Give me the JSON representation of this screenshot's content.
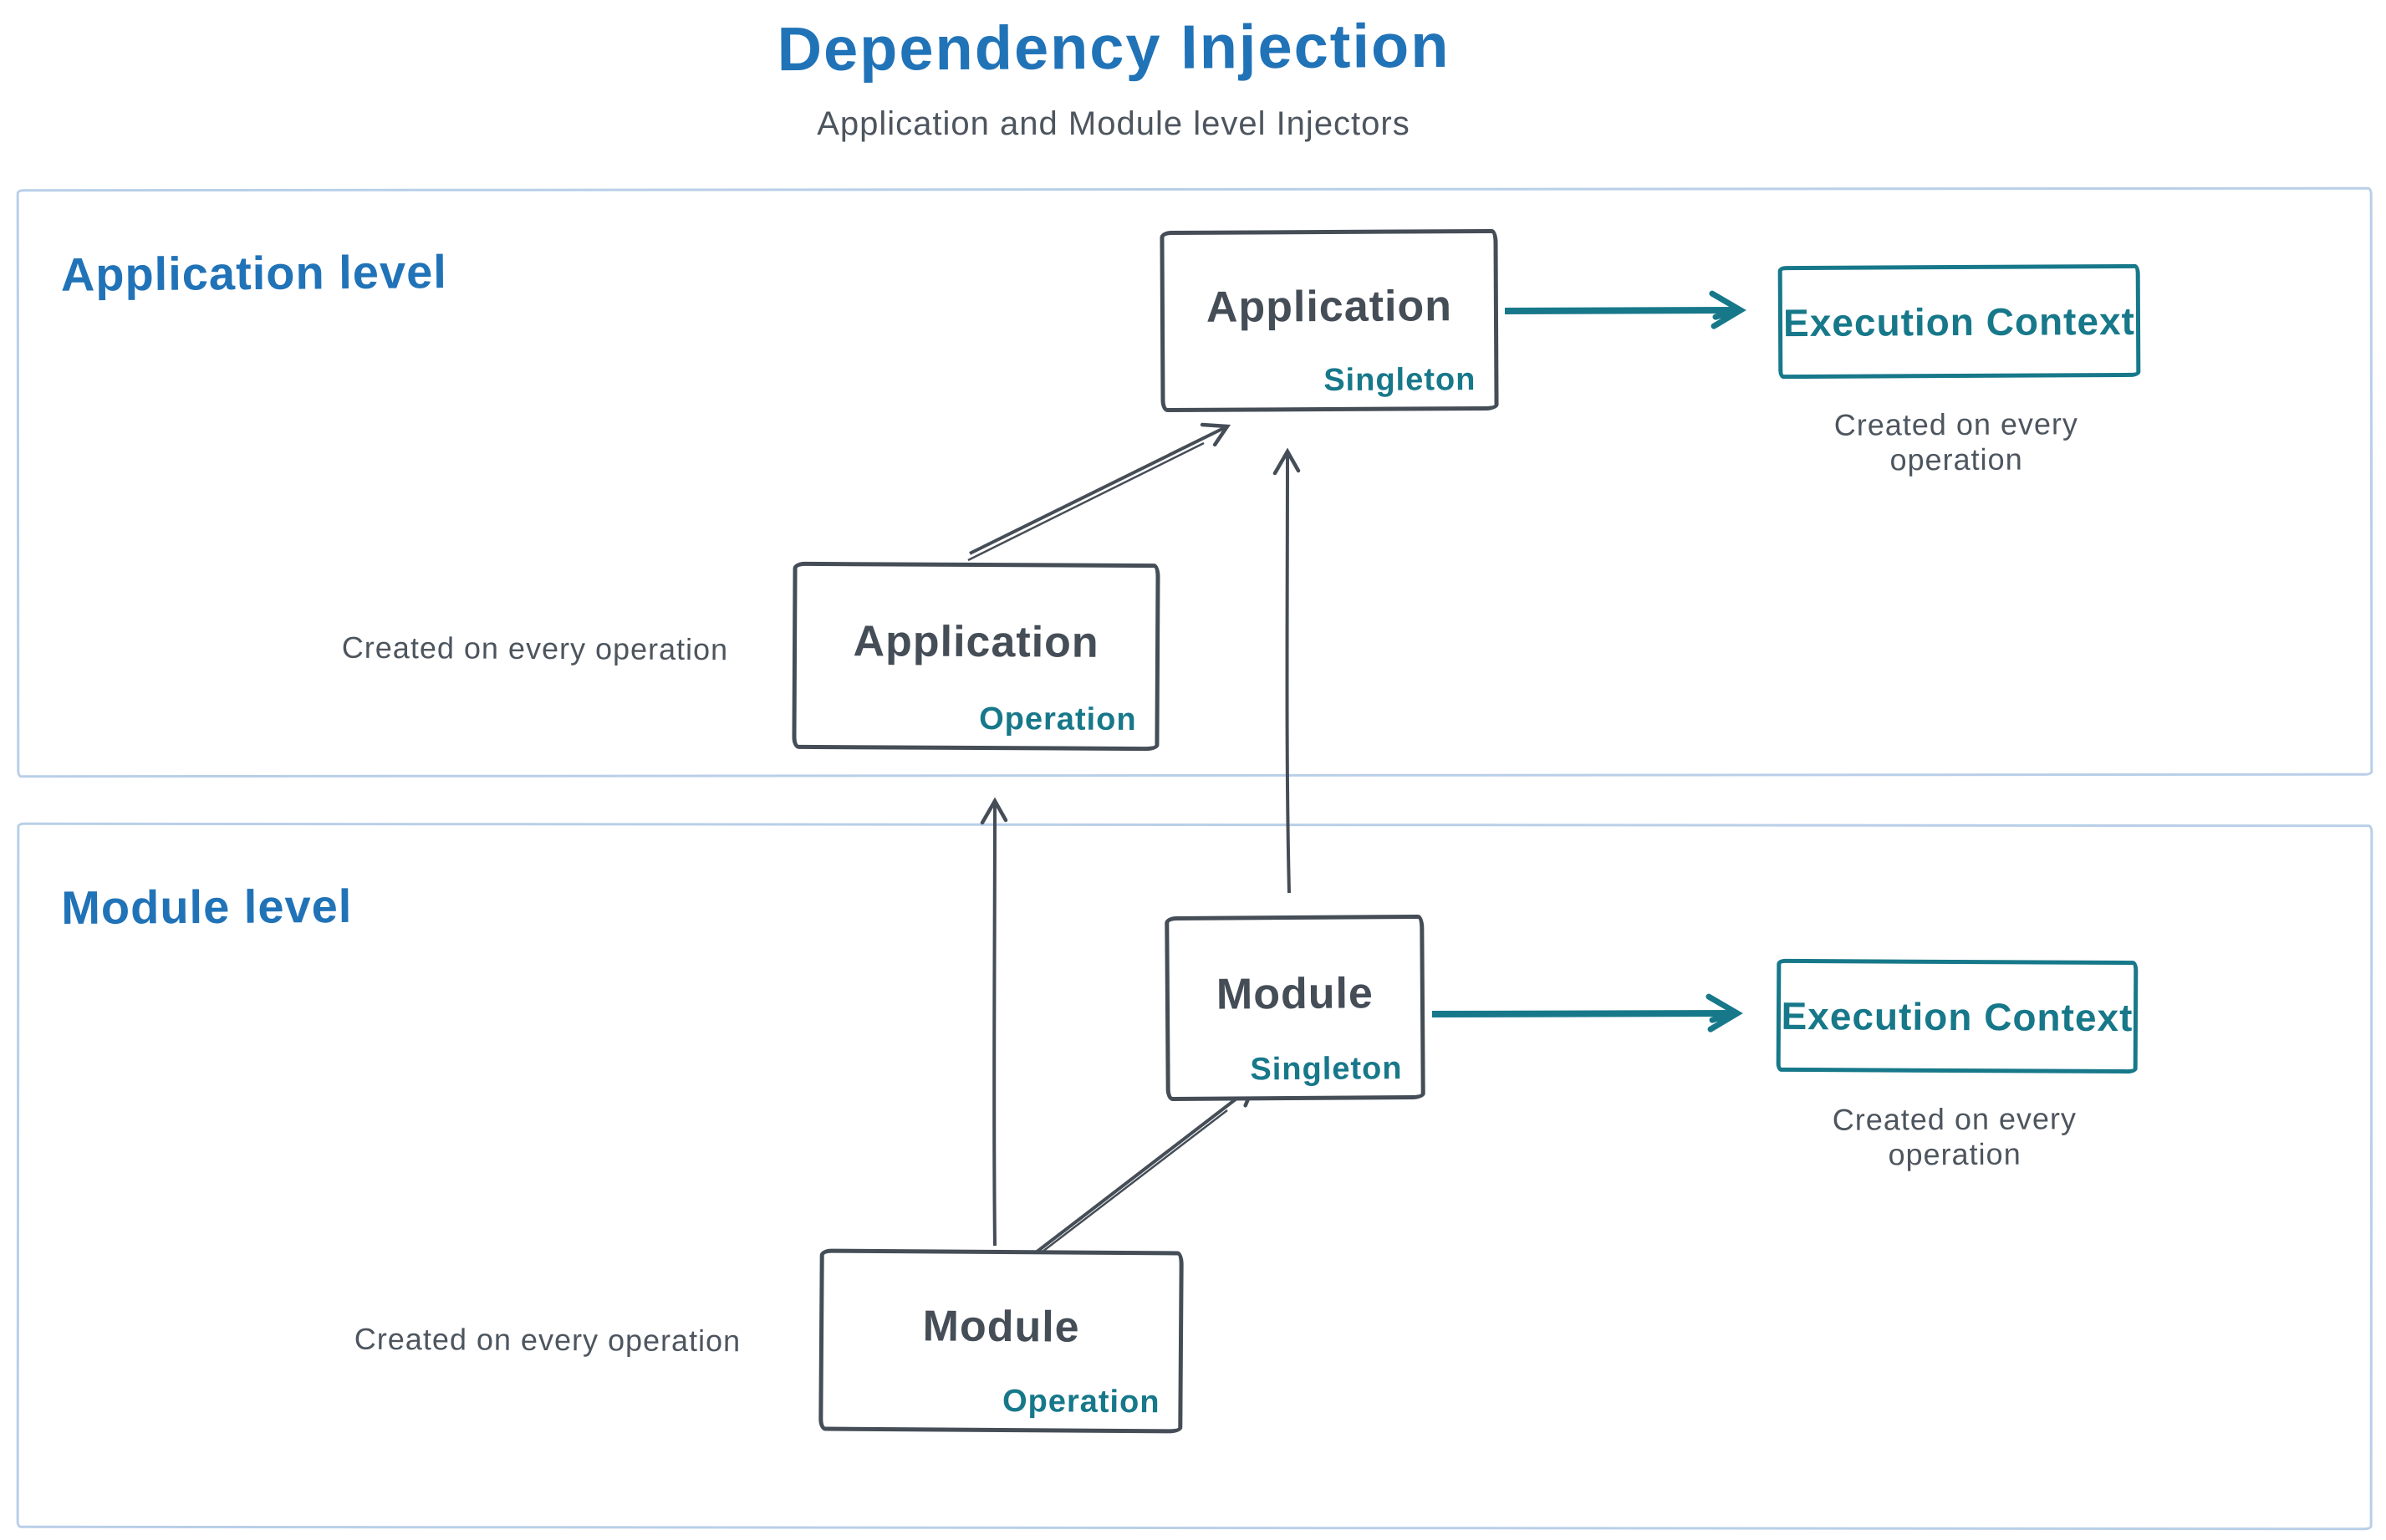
{
  "title": "Dependency Injection",
  "subtitle": "Application and Module level Injectors",
  "sections": {
    "application": {
      "label": "Application level"
    },
    "module": {
      "label": "Module level"
    }
  },
  "boxes": {
    "app_singleton": {
      "name": "Application",
      "scope": "Singleton"
    },
    "app_operation": {
      "name": "Application",
      "scope": "Operation"
    },
    "module_singleton": {
      "name": "Module",
      "scope": "Singleton"
    },
    "module_operation": {
      "name": "Module",
      "scope": "Operation"
    },
    "exec_context_app": {
      "name": "Execution Context"
    },
    "exec_context_module": {
      "name": "Execution Context"
    }
  },
  "captions": {
    "exec_context_app": "Created on every operation",
    "app_operation": "Created on every operation",
    "exec_context_module": "Created on every operation",
    "module_operation": "Created on every operation"
  },
  "colors": {
    "title_blue": "#2173b8",
    "ink_dark": "#454d57",
    "text_gray": "#4d555e",
    "teal": "#17788a",
    "frame_blue": "#b9cfe8",
    "background": "#ffffff"
  }
}
